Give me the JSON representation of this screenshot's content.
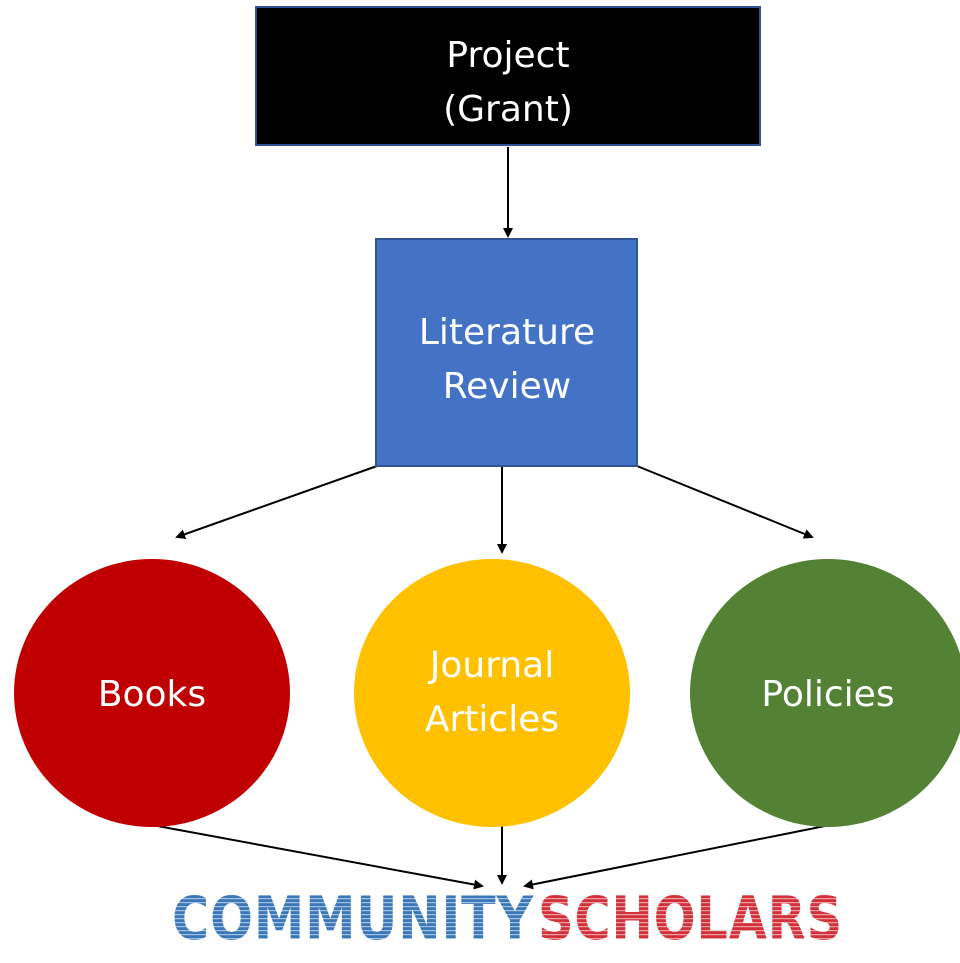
{
  "nodes": {
    "project": {
      "line1": "Project",
      "line2": "(Grant)"
    },
    "literature_review": {
      "line1": "Literature",
      "line2": "Review"
    },
    "books": {
      "label": "Books"
    },
    "journal_articles": {
      "line1": "Journal",
      "line2": "Articles"
    },
    "policies": {
      "label": "Policies"
    }
  },
  "logo": {
    "part1": "COMMUNITY",
    "part2": "SCHOLARS"
  },
  "colors": {
    "project_fill": "#000000",
    "project_border": "#2f5597",
    "lit_review_fill": "#4472c4",
    "lit_review_border": "#2f5597",
    "books_fill": "#c00000",
    "journal_fill": "#ffc000",
    "policies_fill": "#548235",
    "logo_part1": "#3a77b8",
    "logo_part2": "#d2313a",
    "arrow": "#000000"
  }
}
